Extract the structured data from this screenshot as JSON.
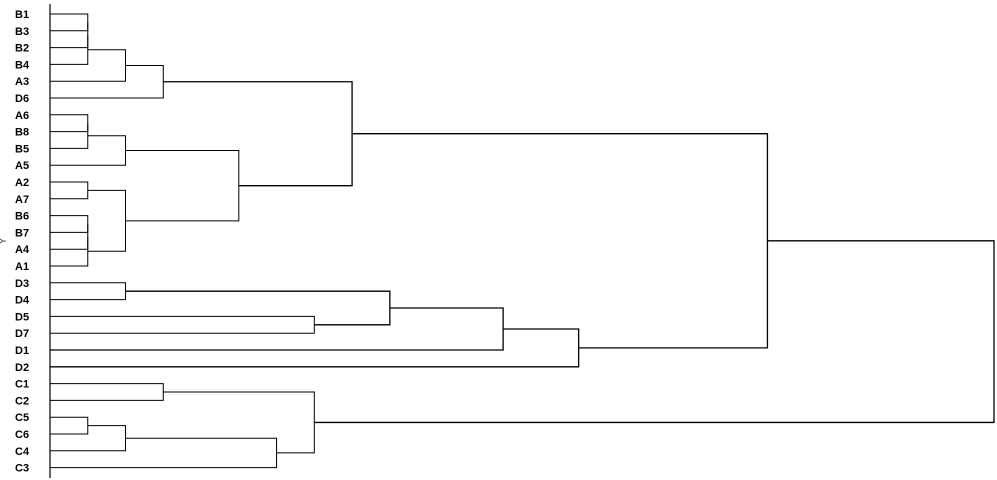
{
  "chart_data": {
    "type": "dendrogram",
    "ylabel": "Y",
    "leaves": [
      "B1",
      "B3",
      "B2",
      "B4",
      "A3",
      "D6",
      "A6",
      "B8",
      "B5",
      "A5",
      "A2",
      "A7",
      "B6",
      "B7",
      "A4",
      "A1",
      "D3",
      "D4",
      "D5",
      "D7",
      "D1",
      "D2",
      "C1",
      "C2",
      "C5",
      "C6",
      "C4",
      "C3"
    ],
    "merges": [
      {
        "id": "m1",
        "children": [
          "B1",
          "B3"
        ],
        "height": 0.04
      },
      {
        "id": "m2",
        "children": [
          "m1",
          "B2"
        ],
        "height": 0.04
      },
      {
        "id": "m3",
        "children": [
          "m2",
          "B4"
        ],
        "height": 0.04
      },
      {
        "id": "m4",
        "children": [
          "m3",
          "A3"
        ],
        "height": 0.08
      },
      {
        "id": "m5",
        "children": [
          "m4",
          "D6"
        ],
        "height": 0.12
      },
      {
        "id": "m6",
        "children": [
          "A6",
          "B8"
        ],
        "height": 0.04
      },
      {
        "id": "m7",
        "children": [
          "m6",
          "B5"
        ],
        "height": 0.04
      },
      {
        "id": "m8",
        "children": [
          "m7",
          "A5"
        ],
        "height": 0.08
      },
      {
        "id": "m9",
        "children": [
          "A2",
          "A7"
        ],
        "height": 0.04
      },
      {
        "id": "m10",
        "children": [
          "B6",
          "B7"
        ],
        "height": 0.04
      },
      {
        "id": "m11",
        "children": [
          "m10",
          "A4"
        ],
        "height": 0.04
      },
      {
        "id": "m12",
        "children": [
          "m11",
          "A1"
        ],
        "height": 0.04
      },
      {
        "id": "m13",
        "children": [
          "m9",
          "m12"
        ],
        "height": 0.08
      },
      {
        "id": "m14",
        "children": [
          "m8",
          "m13"
        ],
        "height": 0.2
      },
      {
        "id": "m15",
        "children": [
          "m5",
          "m14"
        ],
        "height": 0.32
      },
      {
        "id": "m16",
        "children": [
          "D3",
          "D4"
        ],
        "height": 0.08
      },
      {
        "id": "m17",
        "children": [
          "D5",
          "D7"
        ],
        "height": 0.28
      },
      {
        "id": "m18",
        "children": [
          "m16",
          "m17"
        ],
        "height": 0.36
      },
      {
        "id": "m19",
        "children": [
          "m18",
          "D1"
        ],
        "height": 0.48
      },
      {
        "id": "m20",
        "children": [
          "m19",
          "D2"
        ],
        "height": 0.56
      },
      {
        "id": "m21",
        "children": [
          "m15",
          "m20"
        ],
        "height": 0.76
      },
      {
        "id": "m22",
        "children": [
          "C1",
          "C2"
        ],
        "height": 0.12
      },
      {
        "id": "m23",
        "children": [
          "C5",
          "C6"
        ],
        "height": 0.04
      },
      {
        "id": "m24",
        "children": [
          "m23",
          "C4"
        ],
        "height": 0.08
      },
      {
        "id": "m25",
        "children": [
          "m24",
          "C3"
        ],
        "height": 0.24
      },
      {
        "id": "m26",
        "children": [
          "m22",
          "m25"
        ],
        "height": 0.28
      },
      {
        "id": "m27",
        "children": [
          "m21",
          "m26"
        ],
        "height": 1.0
      }
    ],
    "height_range": [
      0,
      1.0
    ],
    "grid": false,
    "legend": "none"
  }
}
